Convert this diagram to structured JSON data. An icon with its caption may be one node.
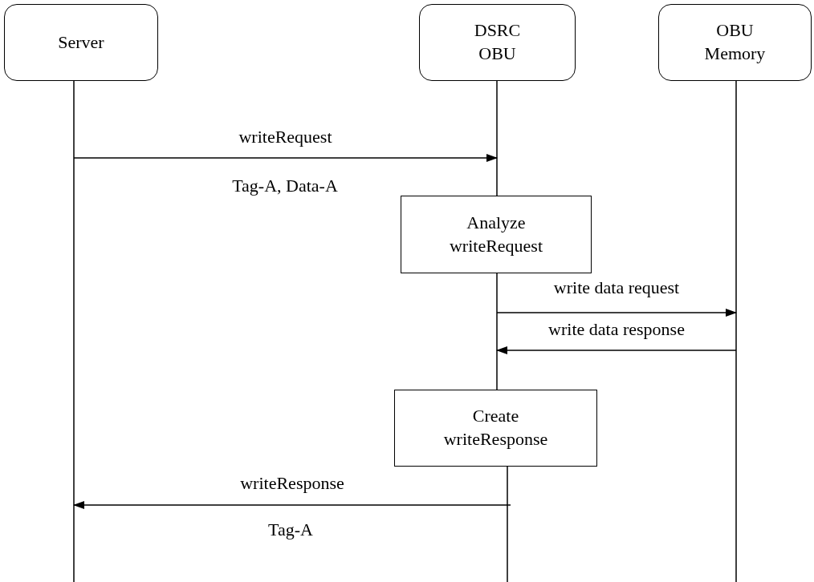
{
  "diagram": {
    "nodes": [
      {
        "text": [
          "Server"
        ]
      },
      {
        "text": [
          "DSRC OBU"
        ]
      },
      {
        "text": [
          "OBU Memory"
        ]
      },
      {
        "text": [
          "Analyze writeRequest"
        ]
      },
      {
        "text": [
          "Create writeResponse"
        ]
      }
    ],
    "edges": [
      {
        "from": 0,
        "to": 1,
        "arrow": "to",
        "label": "writeRequest"
      },
      {
        "from": 1,
        "to": 2,
        "arrow": "to",
        "label": "write data request"
      },
      {
        "from": 2,
        "to": 1,
        "arrow": "to",
        "label": "write data response"
      },
      {
        "from": 1,
        "to": 0,
        "arrow": "to",
        "label": "writeResponse"
      }
    ],
    "labels": [
      "Tag-A, Data-A",
      "Tag-A"
    ]
  }
}
